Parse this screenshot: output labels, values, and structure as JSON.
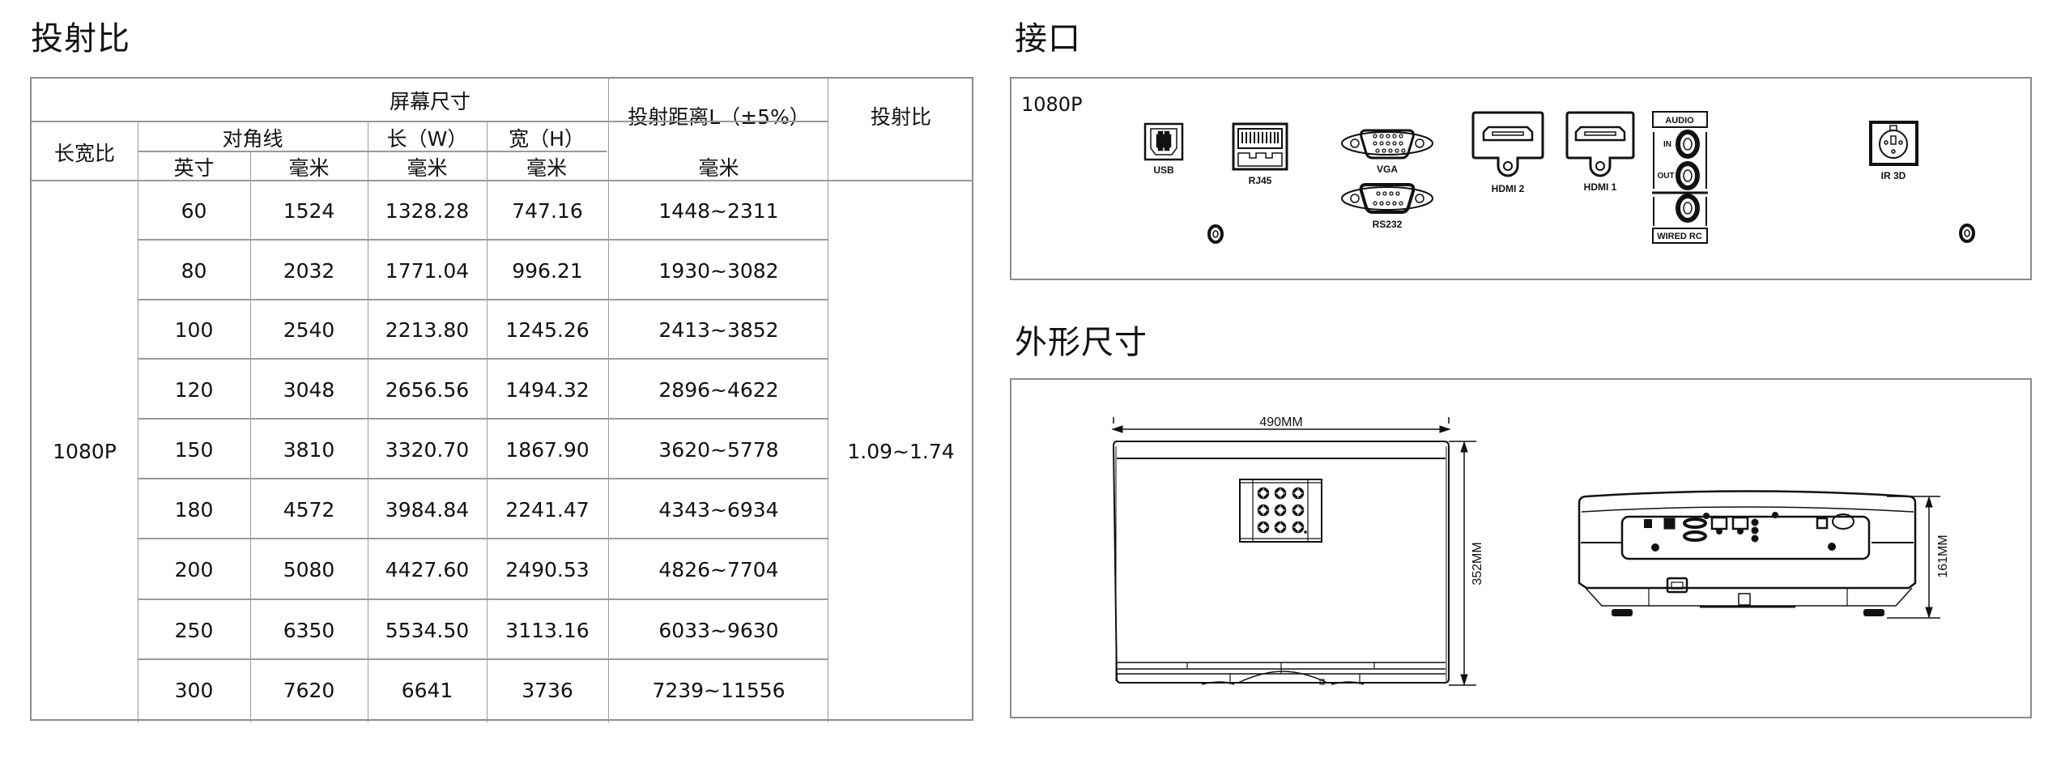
{
  "sections": {
    "throw_ratio_title": "投射比",
    "ports_title": "接口",
    "dimensions_title": "外形尺寸"
  },
  "table": {
    "header": {
      "screen_size": "屏幕尺寸",
      "aspect_ratio": "长宽比",
      "diagonal": "对角线",
      "width_w": "长（W）",
      "height_h": "宽（H）",
      "throw_distance": "投射距离L（±5%）",
      "throw_ratio": "投射比",
      "unit_inch": "英寸",
      "unit_mm_diag": "毫米",
      "unit_mm_w": "毫米",
      "unit_mm_h": "毫米",
      "unit_mm_dist": "毫米"
    },
    "aspect_ratio_value": "1080P",
    "throw_ratio_value": "1.09~1.74",
    "rows": [
      {
        "inch": "60",
        "diag_mm": "1524",
        "w_mm": "1328.28",
        "h_mm": "747.16",
        "distance": "1448~2311"
      },
      {
        "inch": "80",
        "diag_mm": "2032",
        "w_mm": "1771.04",
        "h_mm": "996.21",
        "distance": "1930~3082"
      },
      {
        "inch": "100",
        "diag_mm": "2540",
        "w_mm": "2213.80",
        "h_mm": "1245.26",
        "distance": "2413~3852"
      },
      {
        "inch": "120",
        "diag_mm": "3048",
        "w_mm": "2656.56",
        "h_mm": "1494.32",
        "distance": "2896~4622"
      },
      {
        "inch": "150",
        "diag_mm": "3810",
        "w_mm": "3320.70",
        "h_mm": "1867.90",
        "distance": "3620~5778"
      },
      {
        "inch": "180",
        "diag_mm": "4572",
        "w_mm": "3984.84",
        "h_mm": "2241.47",
        "distance": "4343~6934"
      },
      {
        "inch": "200",
        "diag_mm": "5080",
        "w_mm": "4427.60",
        "h_mm": "2490.53",
        "distance": "4826~7704"
      },
      {
        "inch": "250",
        "diag_mm": "6350",
        "w_mm": "5534.50",
        "h_mm": "3113.16",
        "distance": "6033~9630"
      },
      {
        "inch": "300",
        "diag_mm": "7620",
        "w_mm": "6641",
        "h_mm": "3736",
        "distance": "7239~11556"
      }
    ]
  },
  "ports_panel": {
    "model_label": "1080P",
    "ports": [
      {
        "id": "usb",
        "label": "USB",
        "icon": "usb-b-port-icon"
      },
      {
        "id": "rj45",
        "label": "RJ45",
        "icon": "ethernet-port-icon"
      },
      {
        "id": "vga",
        "label": "VGA",
        "icon": "vga-port-icon"
      },
      {
        "id": "rs232",
        "label": "RS232",
        "icon": "rs232-port-icon"
      },
      {
        "id": "hdmi2",
        "label": "HDMI 2",
        "icon": "hdmi-port-icon"
      },
      {
        "id": "hdmi1",
        "label": "HDMI 1",
        "icon": "hdmi-port-icon"
      },
      {
        "id": "ir3d",
        "label": "IR 3D",
        "icon": "ir-3d-port-icon"
      }
    ],
    "audio_group": {
      "title": "AUDIO",
      "in_label": "IN",
      "out_label": "OUT",
      "wired_label": "WIRED RC"
    }
  },
  "dimensions": {
    "width_label": "490MM",
    "depth_label": "352MM",
    "height_label": "161MM"
  },
  "colors": {
    "border": "#8c8c8c",
    "line": "#111111",
    "text": "#111111",
    "background": "#ffffff"
  }
}
